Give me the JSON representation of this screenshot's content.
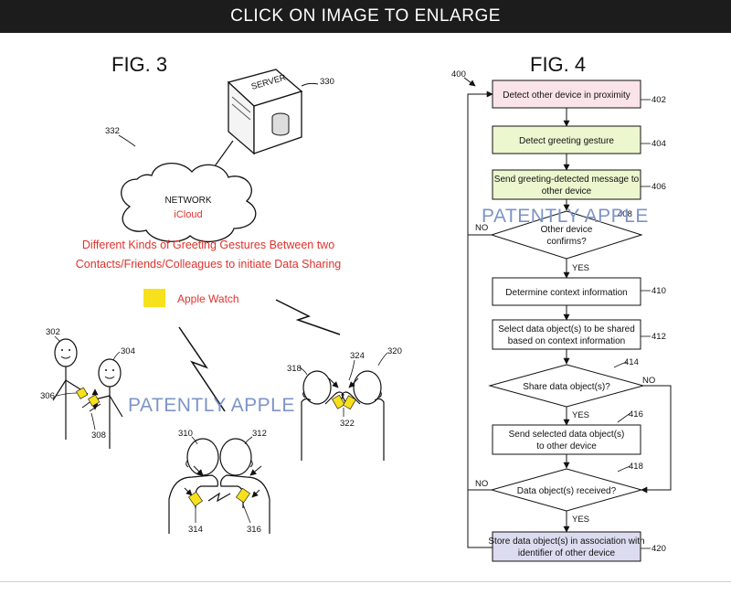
{
  "banner": {
    "text": "CLICK ON IMAGE TO ENLARGE"
  },
  "fig3": {
    "title": "FIG. 3",
    "server_label": "SERVER",
    "server_ref": "330",
    "network_ref": "332",
    "network_label": "NETWORK",
    "network_sublabel": "iCloud",
    "caption_line1": "Different Kinds of Greeting Gestures Between two",
    "caption_line2": "Contacts/Friends/Colleagues to initiate Data Sharing",
    "legend_label": "Apple Watch",
    "refs": {
      "r302": "302",
      "r304": "304",
      "r306": "306",
      "r308": "308",
      "r310": "310",
      "r312": "312",
      "r314": "314",
      "r316": "316",
      "r318": "318",
      "r320": "320",
      "r322": "322",
      "r324": "324"
    }
  },
  "fig4": {
    "title": "FIG. 4",
    "ref_400": "400",
    "steps": {
      "s402": {
        "text": "Detect other device in proximity",
        "ref": "402"
      },
      "s404": {
        "text": "Detect greeting gesture",
        "ref": "404"
      },
      "s406": {
        "line1": "Send greeting-detected message to",
        "line2": "other device",
        "ref": "406"
      },
      "s408": {
        "line1": "Other device",
        "line2": "confirms?",
        "ref": "408"
      },
      "s410": {
        "text": "Determine context information",
        "ref": "410"
      },
      "s412": {
        "line1": "Select data object(s) to be shared",
        "line2": "based on context information",
        "ref": "412"
      },
      "s414": {
        "text": "Share data object(s)?",
        "ref": "414"
      },
      "s416": {
        "line1": "Send selected data object(s)",
        "line2": "to other device",
        "ref": "416"
      },
      "s418": {
        "text": "Data object(s) received?",
        "ref": "418"
      },
      "s420": {
        "line1": "Store data object(s) in association with",
        "line2": "identifier of other device",
        "ref": "420"
      }
    },
    "labels": {
      "no_408": "NO",
      "yes_408": "YES",
      "no_414": "NO",
      "yes_414": "YES",
      "no_418": "NO",
      "yes_418": "YES"
    }
  },
  "watermark": {
    "text": "PATENTLY APPLE"
  },
  "colors": {
    "banner_bg": "#1c1c1c",
    "box_402": "#fbe3ea",
    "box_404": "#ecf7cf",
    "box_406": "#ecf7cf",
    "box_420": "#dcdcf0",
    "watch_yellow": "#f7e01c",
    "accent_red": "#e0322c",
    "watermark": "#7d94c8"
  }
}
